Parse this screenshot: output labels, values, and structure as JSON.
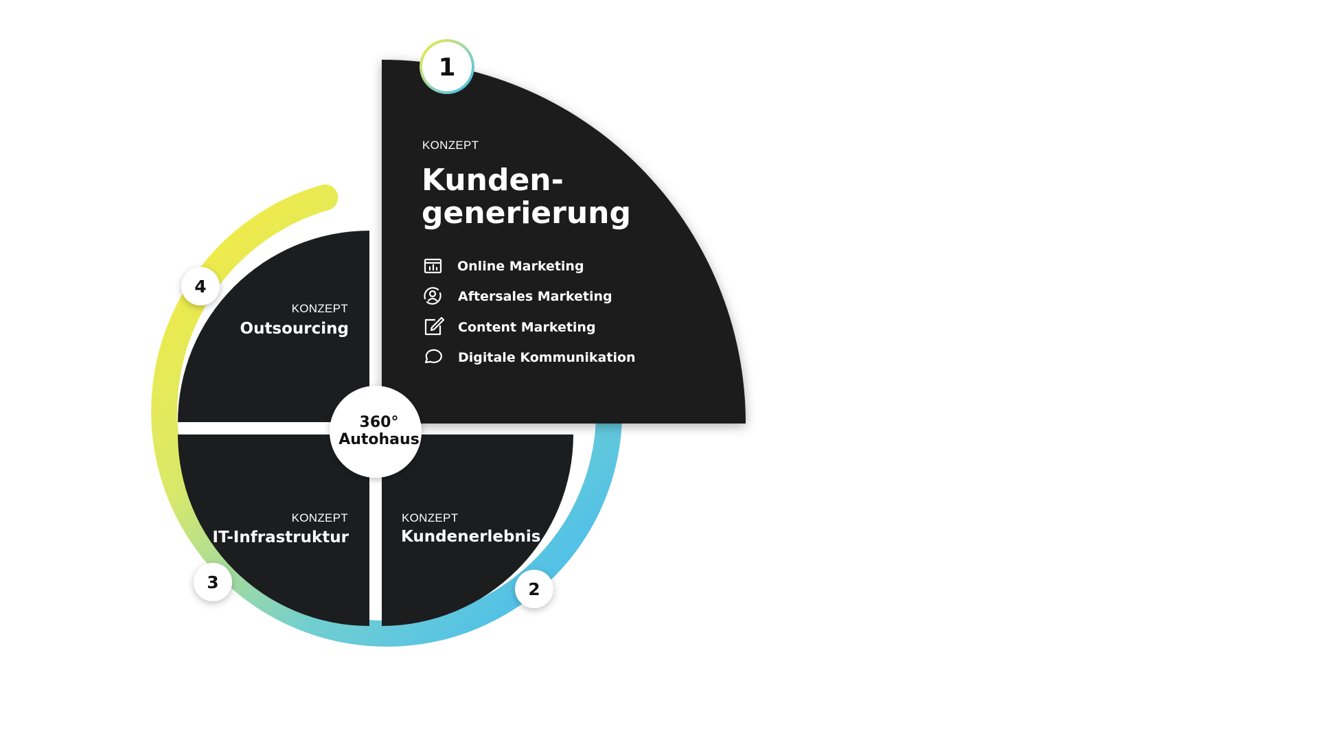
{
  "center": {
    "line1": "360°",
    "line2": "Autohaus"
  },
  "segments": [
    {
      "number": "1",
      "kicker": "KONZEPT",
      "title_line1": "Kunden-",
      "title_line2": "generierung",
      "items": [
        {
          "label": "Online Marketing",
          "icon": "chart-window-icon"
        },
        {
          "label": "Aftersales Marketing",
          "icon": "user-cycle-icon"
        },
        {
          "label": "Content Marketing",
          "icon": "edit-icon"
        },
        {
          "label": "Digitale Kommunikation",
          "icon": "chat-bubble-icon"
        }
      ]
    },
    {
      "number": "2",
      "kicker": "KONZEPT",
      "title": "Kundenerlebnis"
    },
    {
      "number": "3",
      "kicker": "KONZEPT",
      "title": "IT-Infrastruktur"
    },
    {
      "number": "4",
      "kicker": "KONZEPT",
      "title": "Outsourcing"
    }
  ],
  "colors": {
    "quadrant": "#1c1d1f",
    "ring_yellow": "#f8ec3c",
    "ring_teal": "#72cfcf",
    "ring_blue": "#3fb9f5"
  }
}
